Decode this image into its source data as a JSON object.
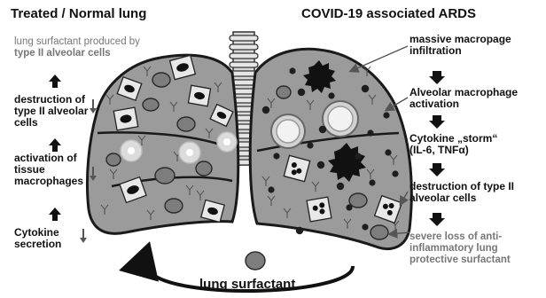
{
  "titles": {
    "left": "Treated / Normal lung",
    "right": "COVID-19 associated ARDS"
  },
  "left_steps": [
    {
      "lines": [
        "lung surfactant produced by",
        "type II alveolar cells"
      ],
      "tone": "grey"
    },
    {
      "lines": [
        "destruction of",
        "type II alveolar",
        "cells"
      ],
      "tone": "dark"
    },
    {
      "lines": [
        "activation of",
        "tissue",
        "macrophages"
      ],
      "tone": "dark"
    },
    {
      "lines": [
        "Cytokine",
        "secretion"
      ],
      "tone": "dark"
    }
  ],
  "right_steps": [
    {
      "lines": [
        "massive macropage",
        "infiltration"
      ],
      "tone": "dark"
    },
    {
      "lines": [
        "Alveolar macrophage",
        "activation"
      ],
      "tone": "dark"
    },
    {
      "lines": [
        "Cytokine „storm“",
        "(IL-6, TNFα)"
      ],
      "tone": "dark"
    },
    {
      "lines": [
        "destruction of type II",
        "alveolar cells"
      ],
      "tone": "dark"
    },
    {
      "lines": [
        "severe loss of anti-",
        "inflammatory lung",
        "protective surfactant"
      ],
      "tone": "grey"
    }
  ],
  "center_label": "lung surfactant",
  "colors": {
    "lung_fill": "#9b9b9b",
    "outline": "#1a1a1a",
    "text_dark": "#111111",
    "text_grey": "#777777"
  },
  "icons": [
    "up-arrow-icon",
    "down-arrow-icon",
    "curved-arrow-icon"
  ]
}
